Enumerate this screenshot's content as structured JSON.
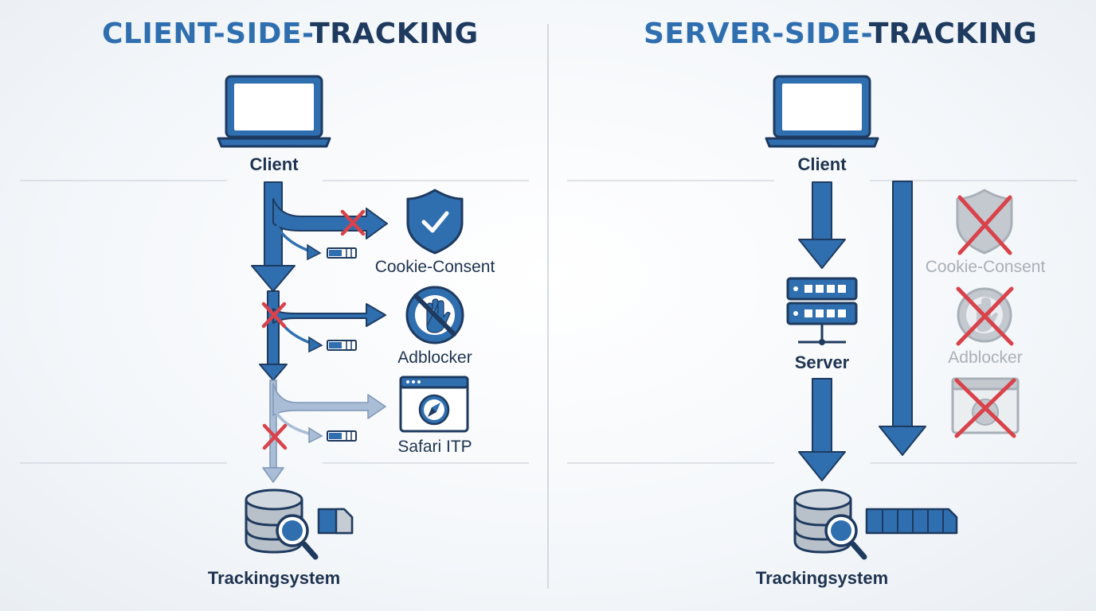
{
  "left": {
    "title_part1": "CLIENT-SIDE-",
    "title_part2": "TRACKING",
    "client_label": "Client",
    "blockers": [
      "Cookie-Consent",
      "Adblocker",
      "Safari ITP"
    ],
    "tracking_label": "Trackingsystem"
  },
  "right": {
    "title_part1": "SERVER-SIDE-",
    "title_part2": "TRACKING",
    "client_label": "Client",
    "server_label": "Server",
    "blockers": [
      "Cookie-Consent",
      "Adblocker"
    ],
    "tracking_label": "Trackingsystem"
  },
  "colors": {
    "primary": "#2f6fb0",
    "dark": "#1e3a5f",
    "light_arrow": "#a9bdd6",
    "cross": "#d9424a",
    "disabled": "#b5bcc4"
  },
  "icons": [
    "laptop-icon",
    "shield-check-icon",
    "adblock-hand-icon",
    "safari-compass-icon",
    "server-icon",
    "database-search-icon",
    "data-packet-icon"
  ]
}
